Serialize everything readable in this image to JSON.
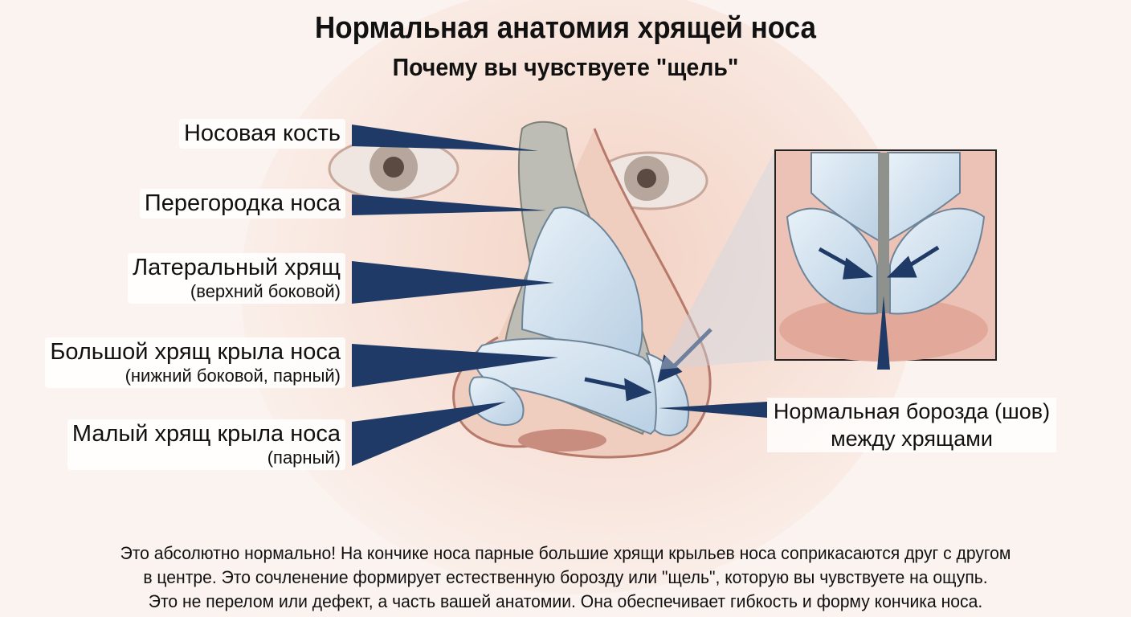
{
  "title": "Нормальная анатомия хрящей носа",
  "subtitle": "Почему вы чувствуете \"щель\"",
  "labels": [
    {
      "main": "Носовая кость",
      "sub": ""
    },
    {
      "main": "Перегородка носа",
      "sub": ""
    },
    {
      "main": "Латеральный хрящ",
      "sub": "(верхний боковой)"
    },
    {
      "main": "Большой хрящ крыла носа",
      "sub": "(нижний боковой, парный)"
    },
    {
      "main": "Малый хрящ крыла носа",
      "sub": "(парный)"
    }
  ],
  "inset_caption": {
    "line1": "Нормальная борозда (шов)",
    "line2": "между хрящами"
  },
  "footer": [
    "Это абсолютно нормально! На кончике носа парные большие хрящи крыльев носа соприкасаются друг с другом",
    "в центре. Это сочленение формирует естественную борозду или \"щель\", которую вы чувствуете на ощупь.",
    "Это не перелом или дефект, а часть вашей анатомии. Она обеспечивает гибкость и форму кончика носа."
  ],
  "colors": {
    "pointer": "#1f3a66",
    "skin": "#f1d2c6",
    "cartilage": "#cfe0ee",
    "bone": "#b9b9b2"
  }
}
